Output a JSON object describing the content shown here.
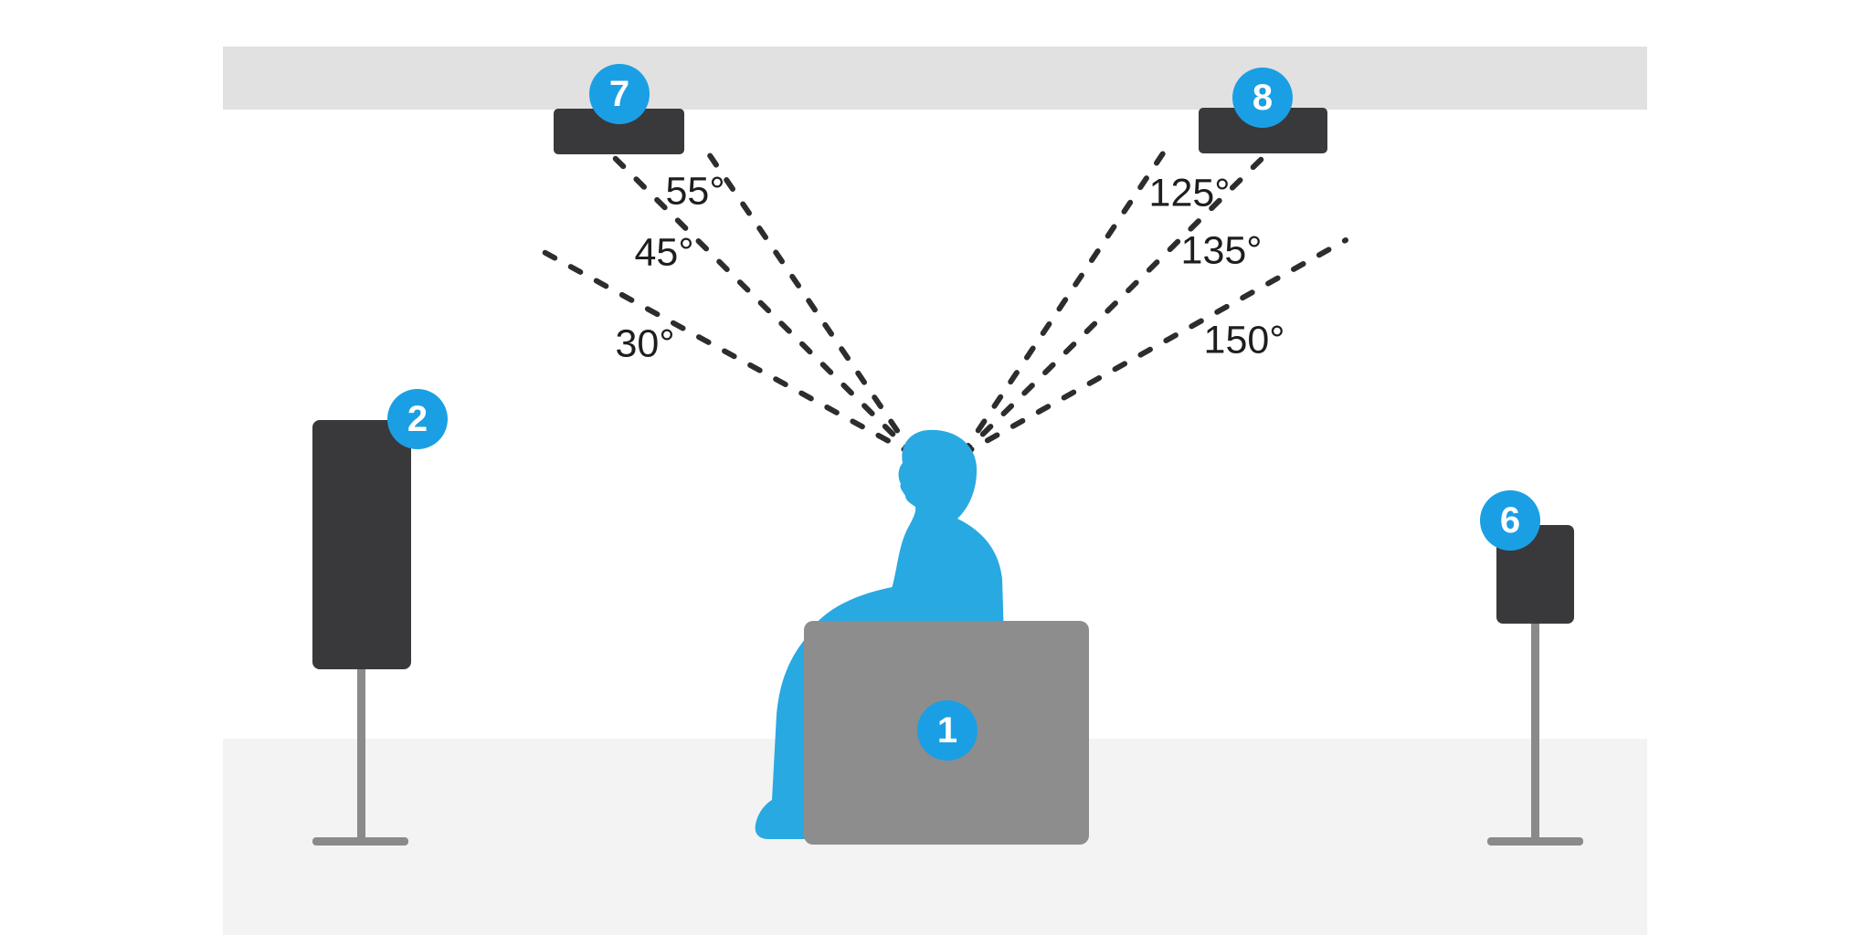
{
  "diagram": {
    "kind": "speaker-placement-side-view",
    "badges": {
      "sofa_listener": "1",
      "floorstanding_left": "2",
      "surround_right_stand": "6",
      "ceiling_front": "7",
      "ceiling_rear": "8"
    },
    "angle_labels": {
      "front_height_55": "55°",
      "front_height_45": "45°",
      "front_height_30": "30°",
      "rear_height_125": "125°",
      "rear_height_135": "135°",
      "rear_height_150": "150°"
    },
    "colors": {
      "badge_blue": "#1a9fe4",
      "listener_blue": "#29a9e2",
      "speaker_dark": "#39393b",
      "sofa_gray": "#8d8d8d",
      "stand_gray": "#8a8a8a",
      "ceiling_gray": "#e1e1e1",
      "floor_gray": "#f3f3f3",
      "dashed_line": "#2d2d2d",
      "background": "#ffffff"
    }
  }
}
